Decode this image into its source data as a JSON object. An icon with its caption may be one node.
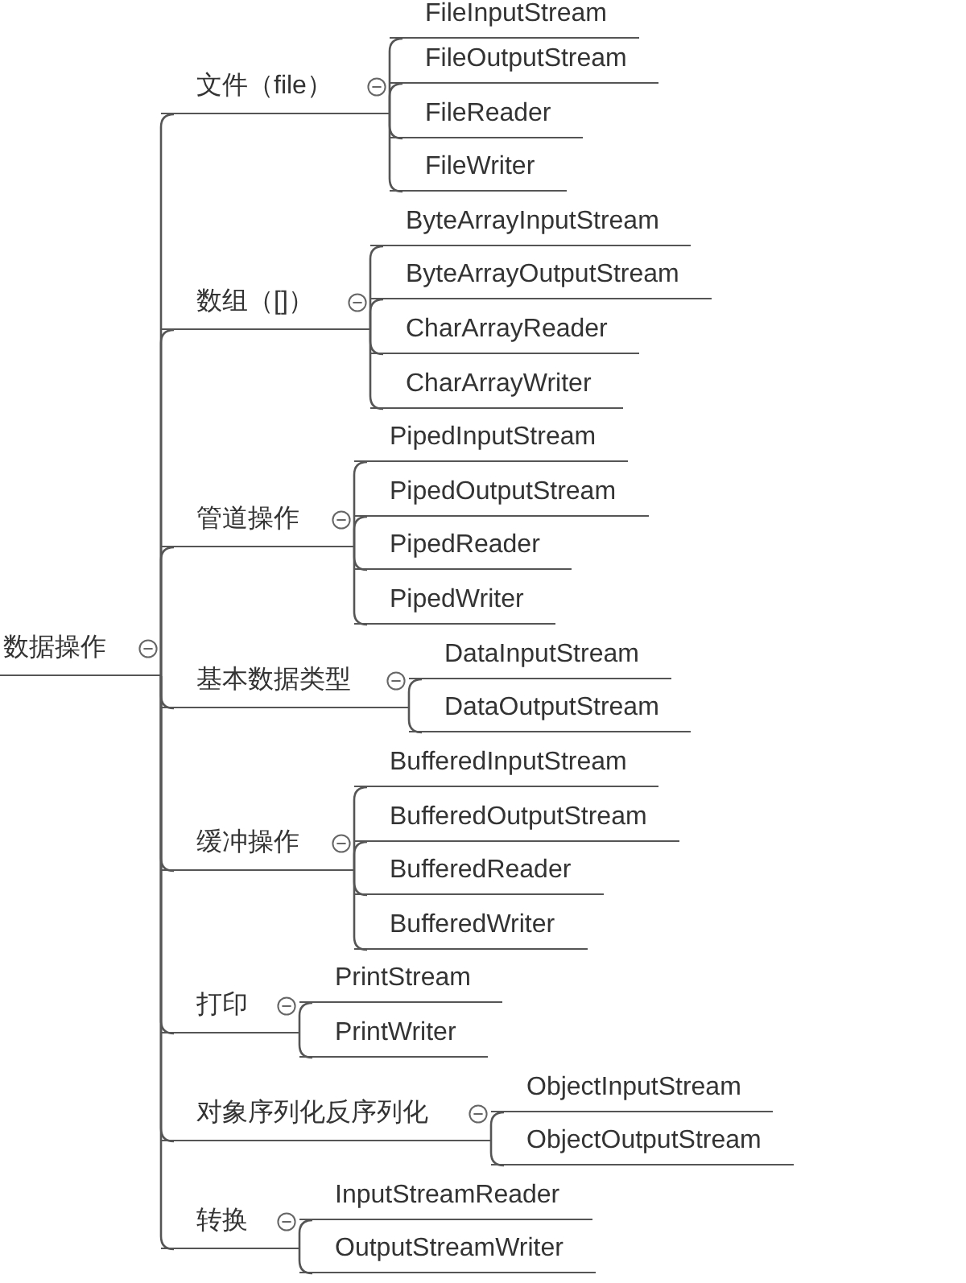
{
  "diagram": {
    "nodes": [
      {
        "text": [
          "数据操作"
        ]
      },
      {
        "text": [
          "文件（file）"
        ]
      },
      {
        "text": [
          "FileInputStream"
        ]
      },
      {
        "text": [
          "FileOutputStream"
        ]
      },
      {
        "text": [
          "FileReader"
        ]
      },
      {
        "text": [
          "FileWriter"
        ]
      },
      {
        "text": [
          "数组（[]）"
        ]
      },
      {
        "text": [
          "ByteArrayInputStream"
        ]
      },
      {
        "text": [
          "ByteArrayOutputStream"
        ]
      },
      {
        "text": [
          "CharArrayReader"
        ]
      },
      {
        "text": [
          "CharArrayWriter"
        ]
      },
      {
        "text": [
          "管道操作"
        ]
      },
      {
        "text": [
          "PipedInputStream"
        ]
      },
      {
        "text": [
          "PipedOutputStream"
        ]
      },
      {
        "text": [
          "PipedReader"
        ]
      },
      {
        "text": [
          "PipedWriter"
        ]
      },
      {
        "text": [
          "基本数据类型"
        ]
      },
      {
        "text": [
          "DataInputStream"
        ]
      },
      {
        "text": [
          "DataOutputStream"
        ]
      },
      {
        "text": [
          "缓冲操作"
        ]
      },
      {
        "text": [
          "BufferedInputStream"
        ]
      },
      {
        "text": [
          "BufferedOutputStream"
        ]
      },
      {
        "text": [
          "BufferedReader"
        ]
      },
      {
        "text": [
          "BufferedWriter"
        ]
      },
      {
        "text": [
          "打印"
        ]
      },
      {
        "text": [
          "PrintStream"
        ]
      },
      {
        "text": [
          "PrintWriter"
        ]
      },
      {
        "text": [
          "对象序列化反序列化"
        ]
      },
      {
        "text": [
          "ObjectInputStream"
        ]
      },
      {
        "text": [
          "ObjectOutputStream"
        ]
      },
      {
        "text": [
          "转换"
        ]
      },
      {
        "text": [
          "InputStreamReader"
        ]
      },
      {
        "text": [
          "OutputStreamWriter"
        ]
      }
    ],
    "edges": [
      {
        "from": 0,
        "to": 1,
        "arrow": "none"
      },
      {
        "from": 1,
        "to": 2,
        "arrow": "none"
      },
      {
        "from": 1,
        "to": 3,
        "arrow": "none"
      },
      {
        "from": 1,
        "to": 4,
        "arrow": "none"
      },
      {
        "from": 1,
        "to": 5,
        "arrow": "none"
      },
      {
        "from": 0,
        "to": 6,
        "arrow": "none"
      },
      {
        "from": 6,
        "to": 7,
        "arrow": "none"
      },
      {
        "from": 6,
        "to": 8,
        "arrow": "none"
      },
      {
        "from": 6,
        "to": 9,
        "arrow": "none"
      },
      {
        "from": 6,
        "to": 10,
        "arrow": "none"
      },
      {
        "from": 0,
        "to": 11,
        "arrow": "none"
      },
      {
        "from": 11,
        "to": 12,
        "arrow": "none"
      },
      {
        "from": 11,
        "to": 13,
        "arrow": "none"
      },
      {
        "from": 11,
        "to": 14,
        "arrow": "none"
      },
      {
        "from": 11,
        "to": 15,
        "arrow": "none"
      },
      {
        "from": 0,
        "to": 16,
        "arrow": "none"
      },
      {
        "from": 16,
        "to": 17,
        "arrow": "none"
      },
      {
        "from": 16,
        "to": 18,
        "arrow": "none"
      },
      {
        "from": 0,
        "to": 19,
        "arrow": "none"
      },
      {
        "from": 19,
        "to": 20,
        "arrow": "none"
      },
      {
        "from": 19,
        "to": 21,
        "arrow": "none"
      },
      {
        "from": 19,
        "to": 22,
        "arrow": "none"
      },
      {
        "from": 19,
        "to": 23,
        "arrow": "none"
      },
      {
        "from": 0,
        "to": 24,
        "arrow": "none"
      },
      {
        "from": 24,
        "to": 25,
        "arrow": "none"
      },
      {
        "from": 24,
        "to": 26,
        "arrow": "none"
      },
      {
        "from": 0,
        "to": 27,
        "arrow": "none"
      },
      {
        "from": 27,
        "to": 28,
        "arrow": "none"
      },
      {
        "from": 27,
        "to": 29,
        "arrow": "none"
      },
      {
        "from": 0,
        "to": 30,
        "arrow": "none"
      },
      {
        "from": 30,
        "to": 31,
        "arrow": "none"
      },
      {
        "from": 30,
        "to": 32,
        "arrow": "none"
      }
    ]
  }
}
